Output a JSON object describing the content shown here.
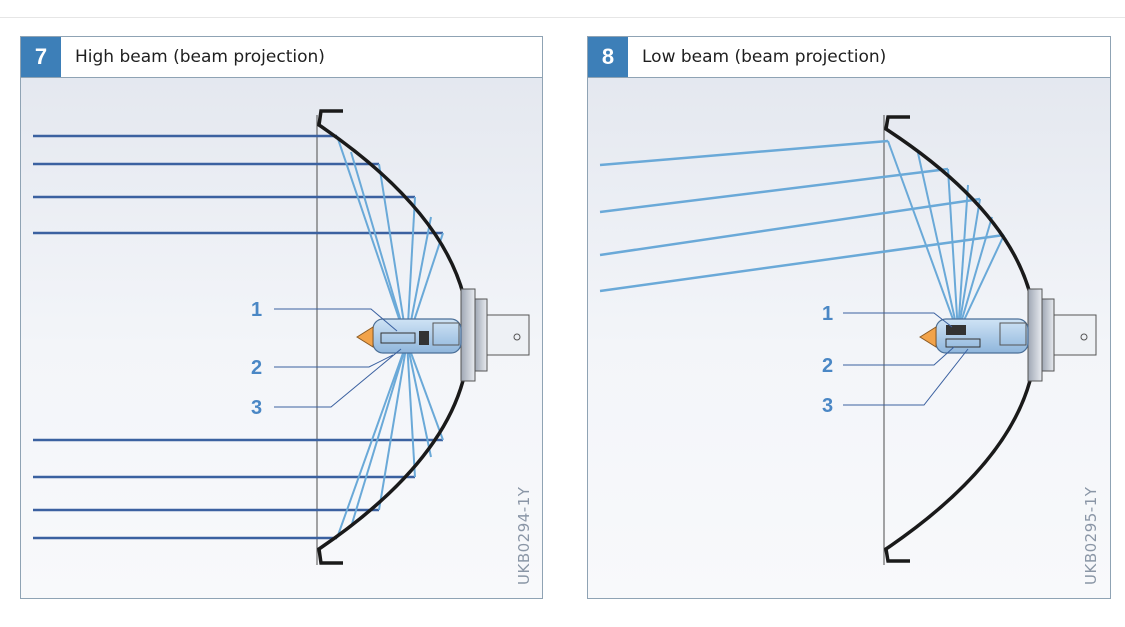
{
  "panels": [
    {
      "number": "7",
      "title": "High beam (beam projection)",
      "callouts": [
        "1",
        "2",
        "3"
      ],
      "code": "UKB0294-1Y"
    },
    {
      "number": "8",
      "title": "Low beam (beam projection)",
      "callouts": [
        "1",
        "2",
        "3"
      ],
      "code": "UKB0295-1Y"
    }
  ],
  "colors": {
    "accent": "#3d7fb8",
    "ray_dark": "#3a64a3",
    "ray_light": "#6aa9d8",
    "reflector": "#1a1a1a",
    "callout_text": "#4a87c5"
  },
  "icons": [
    "headlamp-reflector-icon",
    "h4-bulb-icon"
  ]
}
